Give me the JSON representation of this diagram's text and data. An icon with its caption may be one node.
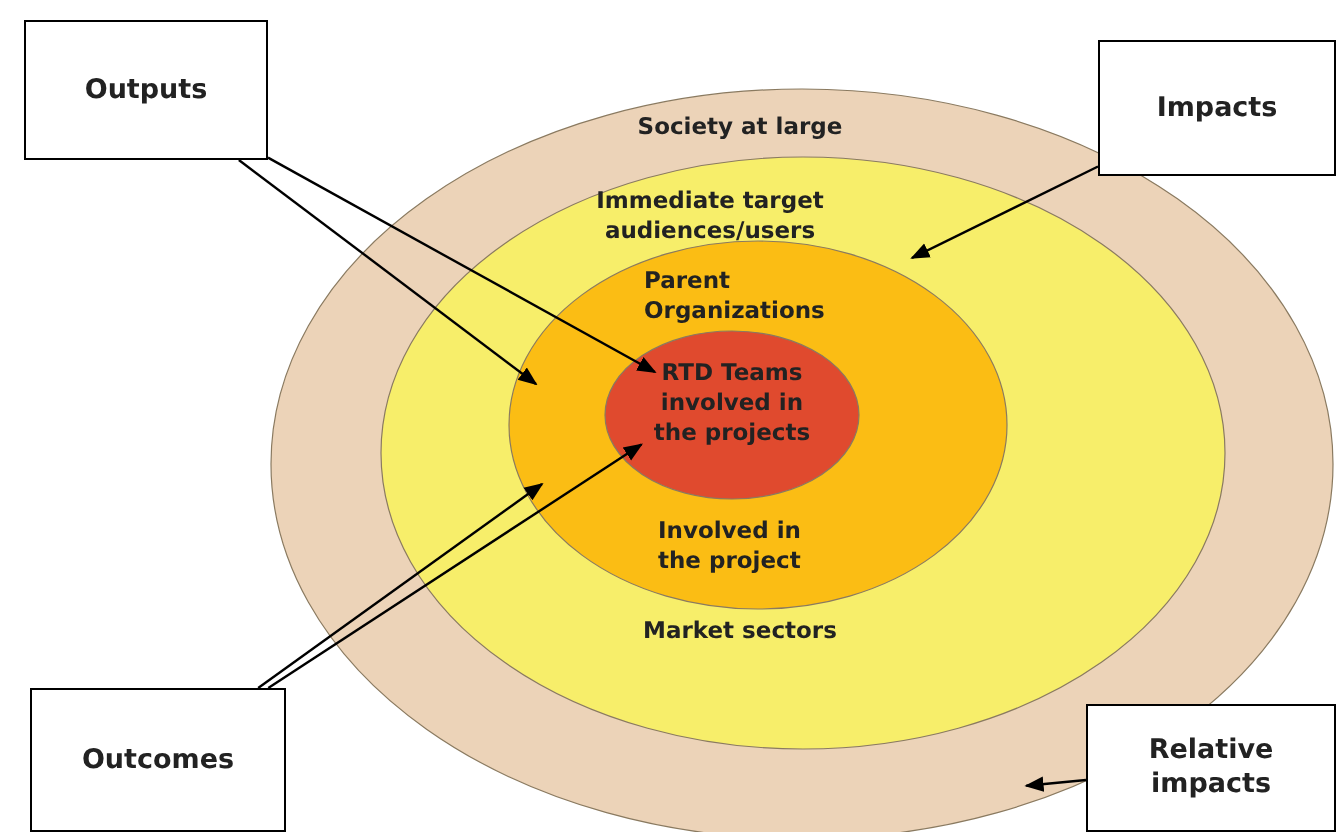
{
  "diagram": {
    "nodes": [
      {
        "text": [
          "Outputs"
        ]
      },
      {
        "text": [
          "Impacts"
        ]
      },
      {
        "text": [
          "Outcomes"
        ]
      },
      {
        "text": [
          "Relative impacts"
        ]
      },
      {
        "text": [
          "Society at large"
        ]
      },
      {
        "text": [
          "Immediate target audiences/users",
          "Market sectors"
        ],
        "in": 4
      },
      {
        "text": [
          "Parent Organizations",
          "Involved in the project"
        ],
        "in": 5
      },
      {
        "text": [
          "RTD Teams involved in the projects"
        ],
        "in": 6
      }
    ],
    "edges": [
      {
        "from": 0,
        "to": 7,
        "arrow": "to"
      },
      {
        "from": 0,
        "to": 6,
        "arrow": "to"
      },
      {
        "from": 1,
        "to": 5,
        "arrow": "to"
      },
      {
        "from": 2,
        "to": 7,
        "arrow": "to"
      },
      {
        "from": 2,
        "to": 6,
        "arrow": "to"
      },
      {
        "from": 3,
        "to": 4,
        "arrow": "to"
      }
    ]
  }
}
